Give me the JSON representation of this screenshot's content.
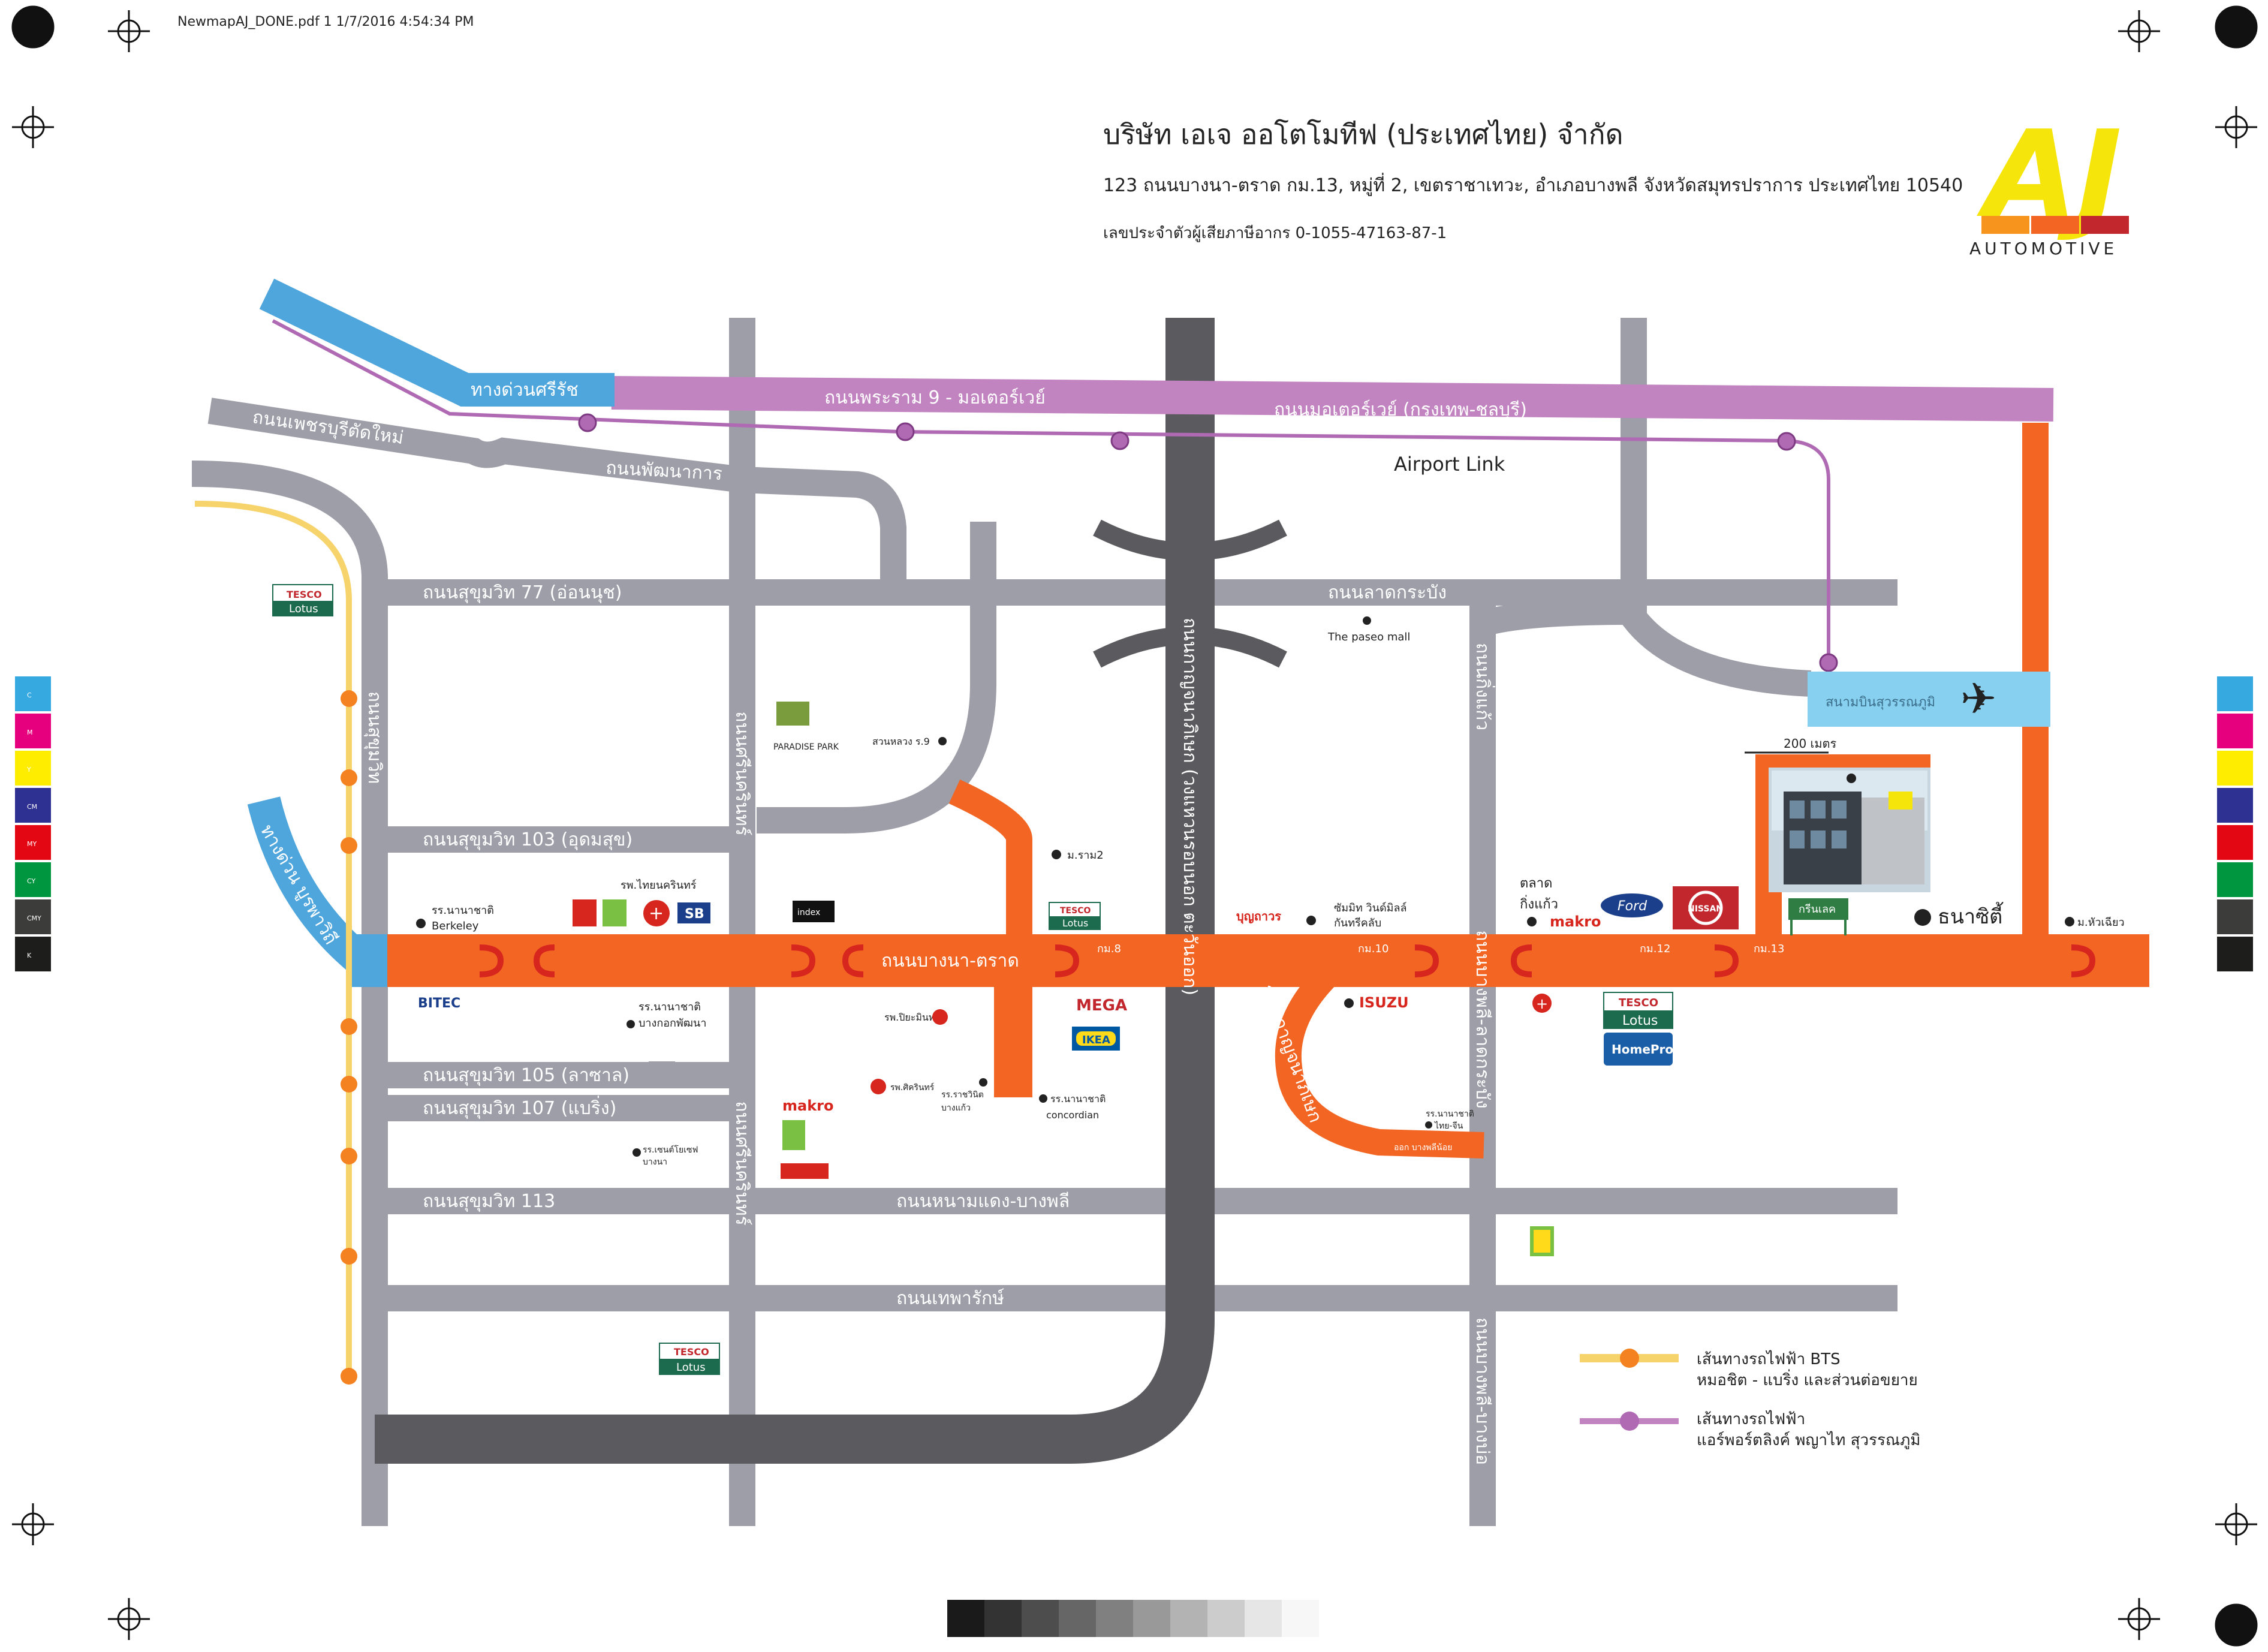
{
  "file_header": "NewmapAJ_DONE.pdf   1   1/7/2016   4:54:34 PM",
  "company": {
    "name": "บริษัท เอเจ ออโตโมทีฟ (ประเทศไทย) จำกัด",
    "address": "123 ถนนบางนา-ตราด กม.13, หมู่ที่ 2, เขตราชาเทวะ, อำเภอบางพลี จังหวัดสมุทรปราการ ประเทศไทย 10540",
    "tax_id": "เลขประจำตัวผู้เสียภาษีอากร 0-1055-47163-87-1",
    "logo_text": "AJ",
    "logo_sub": "AUTOMOTIVE"
  },
  "colors": {
    "road_grey": "#9e9ea8",
    "highway_dark": "#5b5b5f",
    "bangna_orange": "#f26522",
    "motorway_purple": "#c184c0",
    "expressway_blue": "#4ea6dc",
    "airport_blue": "#88d0f0",
    "bts_yellow": "#f7d36b",
    "station_orange": "#f58220",
    "airport_link_purple": "#b06ab3",
    "logo_yellow": "#f5e50a",
    "logo_orange1": "#f7941d",
    "logo_orange2": "#f26522",
    "logo_red": "#c1272d"
  },
  "roads": {
    "si_rat": "ทางด่วนศรีรัช",
    "rama9": "ถนนพระราม 9 - มอเตอร์เวย์",
    "motorway": "ถนนมอเตอร์เวย์ (กรุงเทพ-ชลบุรี)",
    "airport_link": "Airport Link",
    "phetchaburi": "ถนนเพชรบุรีตัดใหม่",
    "phatthanakan": "ถนนพัฒนาการ",
    "sukhumvit77": "ถนนสุขุมวิท 77 (อ่อนนุช)",
    "lat_krabang": "ถนนลาดกระบัง",
    "sukhumvit103": "ถนนสุขุมวิท 103 (อุดมสุข)",
    "bangna_trad": "ถนนบางนา-ตราด",
    "sukhumvit105": "ถนนสุขุมวิท 105 (ลาซาล)",
    "sukhumvit107": "ถนนสุขุมวิท 107 (แบริ่ง)",
    "sukhumvit113": "ถนนสุขุมวิท 113",
    "hua_mak_bangphli": "ถนนหนามแดง-บางพลี",
    "theparak": "ถนนเทพารักษ์",
    "srinakarin": "ถนนศรีนครินทร์",
    "sukhumvit_v": "ถนนสุขุมวิท",
    "kanchana": "ถนนกาญจนาภิเษก (วงแหวนรอบนอก ตะวันออก)",
    "king_kaeo": "ถนนกิ่งแก้ว",
    "bangphli_latkrabang": "ถนนบางพลี-ลาดกระบัง",
    "bangphli_bangbo": "ถนนบางพลี-บางบ่อ",
    "kanchana_short": "ถนนกาญจนาภิเษก",
    "expressway_bangna": "ทางด่วน บูรพาวิถี",
    "suvarnabhumi": "สนามบินสุวรรณภูมิ",
    "km8": "กม.8",
    "km10": "กม.10",
    "km12": "กม.12",
    "km13": "กม.13"
  },
  "landmarks": {
    "tesco1a": "TESCO",
    "tesco1b": "Lotus",
    "paseo": "The paseo mall",
    "suanluang": "สวนหลวง ร.9",
    "paradise": "PARADISE PARK",
    "mrama2": "ม.ราม2",
    "berkeley_th": "รร.นานาชาติ",
    "berkeley_en": "Berkeley",
    "thainakarin": "รพ.ไทยนครินทร์",
    "bitec": "BITEC",
    "bangkok_patana": "รร.นานาชาติ",
    "bangkok_patana2": "บางกอกพัฒนา",
    "ramkhamhaeng_hosp": "รพ.ปิยะมินทร์",
    "srinakarin_hosp": "รพ.ศิครินทร์",
    "rachawinit1": "รร.ราชวินิต",
    "rachawinit2": "บางแก้ว",
    "concordian1": "รร.นานาชาติ",
    "concordian2": "concordian",
    "mega": "MEGA",
    "ikea": "IKEA",
    "makro1": "makro",
    "tesco2a": "TESCO",
    "tesco2b": "Lotus",
    "yellow_logo": "",
    "summit1": "ซัมมิท วินด์มิลล์",
    "summit2": "กันทรีคลับ",
    "boonthavorn": "บุญถาวร",
    "isuzu": "ISUZU",
    "thai_chinese1": "รร.นานาชาติ",
    "thai_chinese2": "ไทย-จีน",
    "bangphli_market": "ตลาด",
    "king_kaeo_mkt": "กิ่งแก้ว",
    "ford": "Ford",
    "nissan": "NISSAN",
    "makro2": "makro",
    "tesco3a": "TESCO",
    "tesco3b": "Lotus",
    "homepro": "HomePro",
    "dhanasiri": "ธนาซิตี้",
    "hua_chiew": "ม.หัวเฉียว",
    "greenlake": "กรีนเลค",
    "distance": "200 เมตร",
    "tesco4a": "TESCO",
    "tesco4b": "Lotus",
    "satit": "รร.เซนต์โยเซฟ",
    "satit2": "บางนา",
    "bangphli_sign": "ออก บางพลีน้อย",
    "sb": "SB",
    "index": "index"
  },
  "legend": {
    "bts_line1": "เส้นทางรถไฟฟ้า BTS",
    "bts_line2": "หมอชิต - แบริ่ง และส่วนต่อขยาย",
    "arl_line1": "เส้นทางรถไฟฟ้า",
    "arl_line2": "แอร์พอร์ตลิงค์ พญาไท สุวรรณภูมิ"
  },
  "color_bar_left": [
    "C",
    "M",
    "Y",
    "CM",
    "MY",
    "CY",
    "CMY",
    "K"
  ],
  "swatches_left": [
    "#36a9e1",
    "#e6007e",
    "#ffed00",
    "#2e3192",
    "#e30613",
    "#009640",
    "#3c3c3b",
    "#1d1d1b"
  ],
  "gray_scale": [
    "#1a1a1a",
    "#333333",
    "#4d4d4d",
    "#666666",
    "#808080",
    "#999999",
    "#b3b3b3",
    "#cccccc",
    "#e6e6e6",
    "#f7f7f7"
  ]
}
